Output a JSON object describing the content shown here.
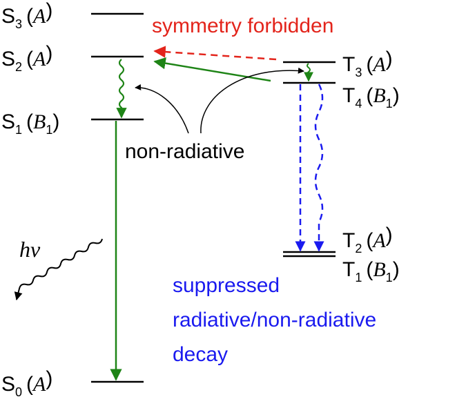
{
  "colors": {
    "level": "#000000",
    "allowed": "#1e8416",
    "forbidden": "#e3241b",
    "suppressed": "#1a1aef",
    "annotation": "#000000"
  },
  "states": [
    {
      "letter": "S",
      "sub": "3",
      "sym": "A",
      "symsub": ""
    },
    {
      "letter": "S",
      "sub": "2",
      "sym": "A",
      "symsub": ""
    },
    {
      "letter": "S",
      "sub": "1",
      "sym": "B",
      "symsub": "1"
    },
    {
      "letter": "S",
      "sub": "0",
      "sym": "A",
      "symsub": ""
    },
    {
      "letter": "T",
      "sub": "3",
      "sym": "A",
      "symsub": ""
    },
    {
      "letter": "T",
      "sub": "4",
      "sym": "B",
      "symsub": "1"
    },
    {
      "letter": "T",
      "sub": "2",
      "sym": "A",
      "symsub": ""
    },
    {
      "letter": "T",
      "sub": "1",
      "sym": "B",
      "symsub": "1"
    }
  ],
  "annotations": {
    "symmetry_forbidden": "symmetry forbidden",
    "non_radiative": "non-radiative",
    "suppressed_line1": "suppressed",
    "suppressed_line2": "radiative/non-radiative",
    "suppressed_line3": "decay",
    "emission_h": "h",
    "emission_nu": "ν"
  },
  "icons": {
    "wavy_arrow": "wavy-arrow-icon",
    "straight_arrow": "arrow-icon",
    "dashed_arrow": "dashed-arrow-icon"
  }
}
